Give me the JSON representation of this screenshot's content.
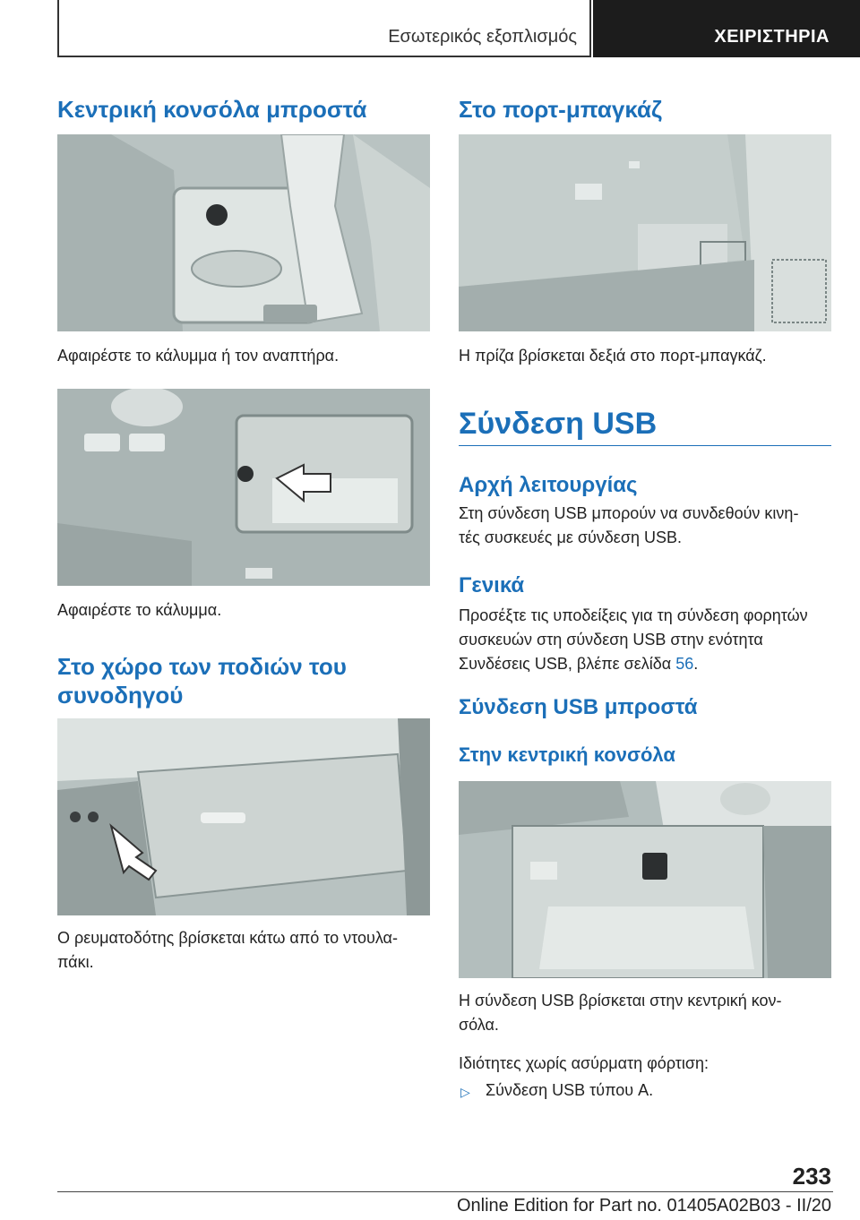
{
  "header": {
    "section_title": "Εσωτερικός εξοπλισμός",
    "chapter": "ΧΕΙΡΙΣΤΗΡΙΑ"
  },
  "left": {
    "heading1": "Κεντρική κονσόλα μπροστά",
    "caption1": "Αφαιρέστε το κάλυμμα ή τον αναπτήρα.",
    "caption2": "Αφαιρέστε το κάλυμμα.",
    "heading2_line1": "Στο χώρο των ποδιών του",
    "heading2_line2": "συνοδηγού",
    "caption3_line1": "Ο ρευματοδότης βρίσκεται κάτω από το ντουλα‐",
    "caption3_line2": "πάκι."
  },
  "right": {
    "heading1": "Στο πορτ-μπαγκάζ",
    "caption1": "Η πρίζα βρίσκεται δεξιά στο πορτ-μπαγκάζ.",
    "section_title": "Σύνδεση USB",
    "sub1": "Αρχή λειτουργίας",
    "sub1_text_line1": "Στη σύνδεση USB μπορούν να συνδεθούν κινη‐",
    "sub1_text_line2": "τές συσκευές με σύνδεση USB.",
    "sub2": "Γενικά",
    "sub2_text_line1": "Προσέξτε τις υποδείξεις για τη σύνδεση φορητών",
    "sub2_text_line2": "συσκευών στη σύνδεση USB στην ενότητα",
    "sub2_text_line3_pre": "Συνδέσεις USB, βλέπε σελίδα ",
    "sub2_page_link": "56",
    "sub2_text_line3_post": ".",
    "sub3": "Σύνδεση USB μπροστά",
    "sub4": "Στην κεντρική κονσόλα",
    "caption2_line1": "Η σύνδεση USB βρίσκεται στην κεντρική κον‐",
    "caption2_line2": "σόλα.",
    "props_label": "Ιδιότητες χωρίς ασύρματη φόρτιση:",
    "bullet_symbol": "▷",
    "bullet1": "Σύνδεση USB τύπου A."
  },
  "footer": {
    "page_number": "233",
    "edition": "Online Edition for Part no. 01405A02B03 - II/20"
  }
}
